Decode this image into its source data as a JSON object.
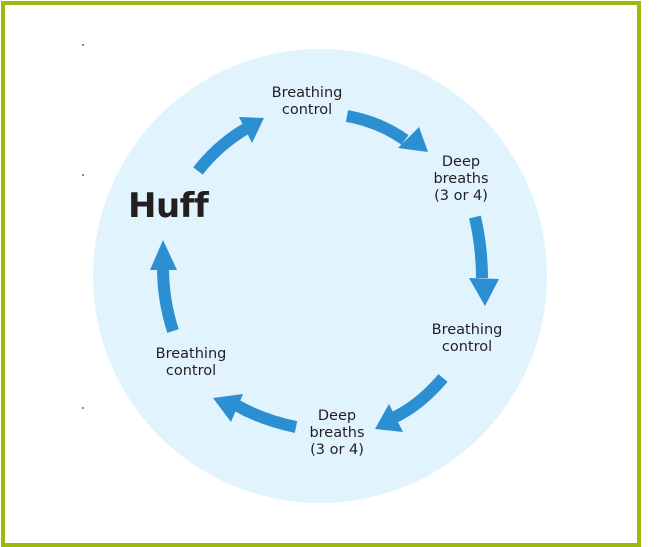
{
  "diagram": {
    "title": "Huff",
    "colors": {
      "border": "#9cba0a",
      "circle_fill": "#e1f3fd",
      "arrow": "#2b8fd1",
      "text": "#231f20"
    },
    "steps": [
      {
        "lines": [
          "Breathing",
          "control"
        ]
      },
      {
        "lines": [
          "Deep",
          "breaths",
          "(3 or 4)"
        ]
      },
      {
        "lines": [
          "Breathing",
          "control"
        ]
      },
      {
        "lines": [
          "Deep",
          "breaths",
          "(3 or 4)"
        ]
      },
      {
        "lines": [
          "Breathing",
          "control"
        ]
      }
    ],
    "arrow_icon": "curved-arrow-clockwise"
  }
}
